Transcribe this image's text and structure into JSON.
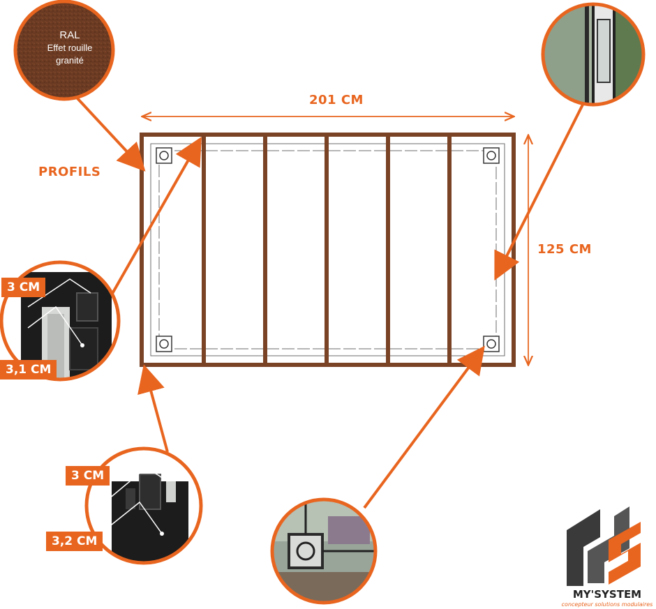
{
  "labels": {
    "width": "201 CM",
    "height": "125 CM",
    "profils": "PROFILS"
  },
  "ral": {
    "line1": "RAL",
    "line2": "Effet rouille",
    "line3": "granité"
  },
  "profile_top": {
    "dim_a": "3 CM",
    "dim_b": "3,1 CM"
  },
  "profile_bottom": {
    "dim_a": "3 CM",
    "dim_b": "3,2 CM"
  },
  "brand": {
    "name": "MY'SYSTEM",
    "tagline": "concepteur solutions modulaires"
  },
  "colors": {
    "accent": "#e8651f",
    "frame": "#7a4326",
    "rust": "#6b3a22",
    "logo_dark": "#3a3a3a"
  }
}
